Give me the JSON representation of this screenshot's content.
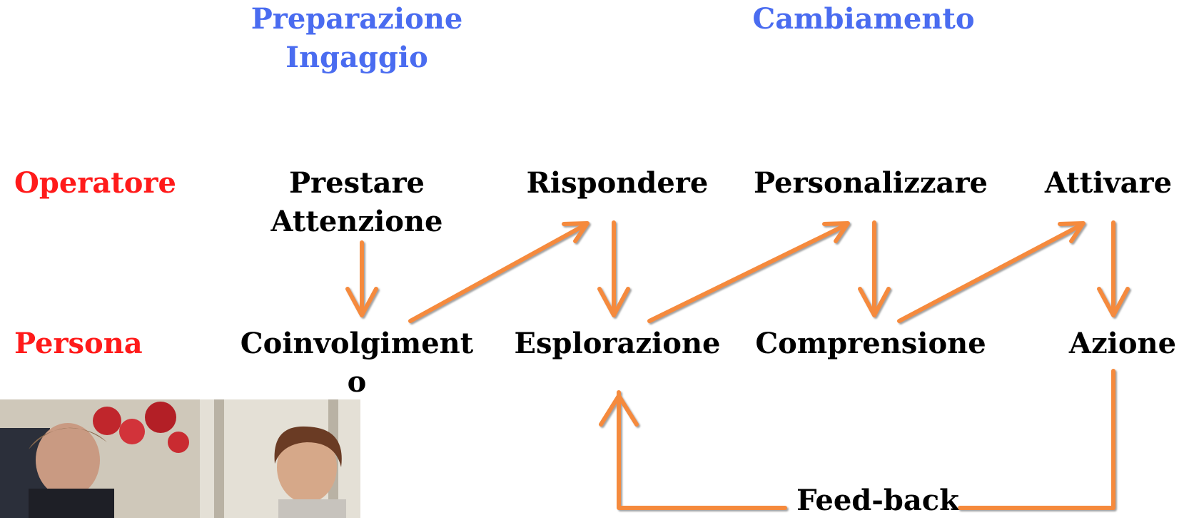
{
  "phases": {
    "preparation": "Preparazione\nIngaggio",
    "change": "Cambiamento"
  },
  "roles": {
    "operator": "Operatore",
    "person": "Persona"
  },
  "operator_steps": [
    "Prestare\nAttenzione",
    "Rispondere",
    "Personalizzare",
    "Attivare"
  ],
  "person_steps": [
    "Coinvolgiment\no",
    "Esplorazione",
    "Comprensione",
    "Azione"
  ],
  "feedback_label": "Feed-back",
  "arrow_color": "#f58a3c",
  "photo": {
    "description_icon": "photo-two-people-icon"
  }
}
